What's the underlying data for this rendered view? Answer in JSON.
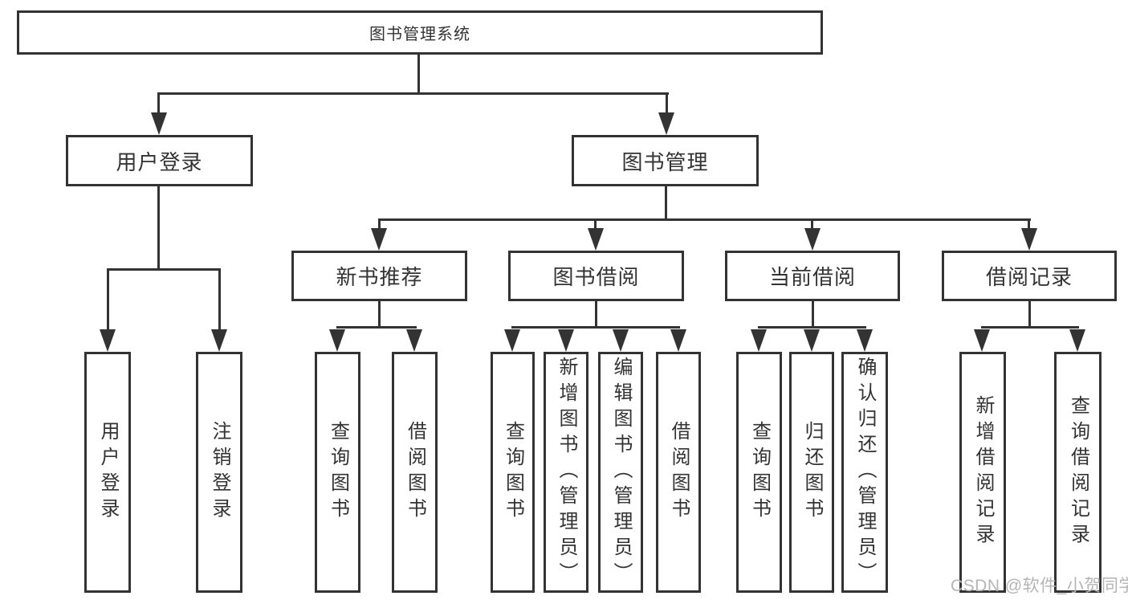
{
  "diagram": {
    "root": {
      "label": "图书管理系统"
    },
    "level2": [
      {
        "id": "user-login",
        "label": "用户登录"
      },
      {
        "id": "book-management",
        "label": "图书管理"
      }
    ],
    "level3": [
      {
        "id": "new-book-recommend",
        "label": "新书推荐"
      },
      {
        "id": "book-borrow",
        "label": "图书借阅"
      },
      {
        "id": "current-borrow",
        "label": "当前借阅"
      },
      {
        "id": "borrow-records",
        "label": "借阅记录"
      }
    ],
    "leaves": {
      "user_login": [
        {
          "label": "用户登录"
        },
        {
          "label": "注销登录"
        }
      ],
      "new_book": [
        {
          "label": "查询图书"
        },
        {
          "label": "借阅图书"
        }
      ],
      "book_borrow": [
        {
          "label": "查询图书"
        },
        {
          "label": "新增图书（管理员）"
        },
        {
          "label": "编辑图书（管理员）"
        },
        {
          "label": "借阅图书"
        }
      ],
      "current_borrow": [
        {
          "label": "查询图书"
        },
        {
          "label": "归还图书"
        },
        {
          "label": "确认归还（管理员）"
        }
      ],
      "borrow_record": [
        {
          "label": "新增借阅记录"
        },
        {
          "label": "查询借阅记录"
        }
      ]
    },
    "watermark": "CSDN @软件_小贺同学",
    "colors": {
      "line": "#333333",
      "text": "#333333",
      "watermark": "#b5b5b5",
      "background": "#ffffff"
    }
  }
}
